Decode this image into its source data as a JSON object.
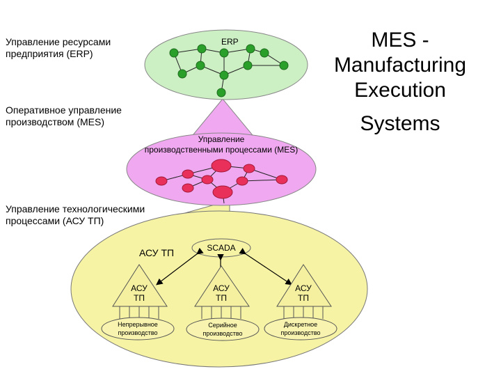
{
  "levels": {
    "erp": {
      "line1": "Управление ресурсами",
      "line2": "предприятия (ERP)"
    },
    "mes": {
      "line1": "Оперативное управление",
      "line2": "производством (MES)"
    },
    "acs": {
      "line1": "Управление технологическими",
      "line2": "процессами (АСУ ТП)"
    }
  },
  "title": {
    "line1": "MES -",
    "line2": "Manufacturing",
    "line3": "Execution",
    "line4": "Systems"
  },
  "diagram": {
    "erp_label": "ERP",
    "mes_label_line1": "Управление",
    "mes_label_line2": "производственными процессами (MES)",
    "acs_label": "АСУ ТП",
    "scada_label": "SCADA",
    "triangles": [
      {
        "line1": "АСУ",
        "line2": "ТП"
      },
      {
        "line1": "АСУ",
        "line2": "ТП"
      },
      {
        "line1": "АСУ",
        "line2": "ТП"
      }
    ],
    "productions": [
      {
        "line1": "Непрерывное",
        "line2": "производство"
      },
      {
        "line1": "Серийное",
        "line2": "производство"
      },
      {
        "line1": "Дискретное",
        "line2": "производство"
      }
    ]
  },
  "colors": {
    "erp_fill": "#ccefc4",
    "erp_node": "#2aa02a",
    "mes_fill": "#f0a8f0",
    "mes_node": "#e8305a",
    "acs_fill": "#f6f3a4",
    "triangle_fill": "#f4f0a0",
    "production_fill": "#f8f4b0"
  }
}
